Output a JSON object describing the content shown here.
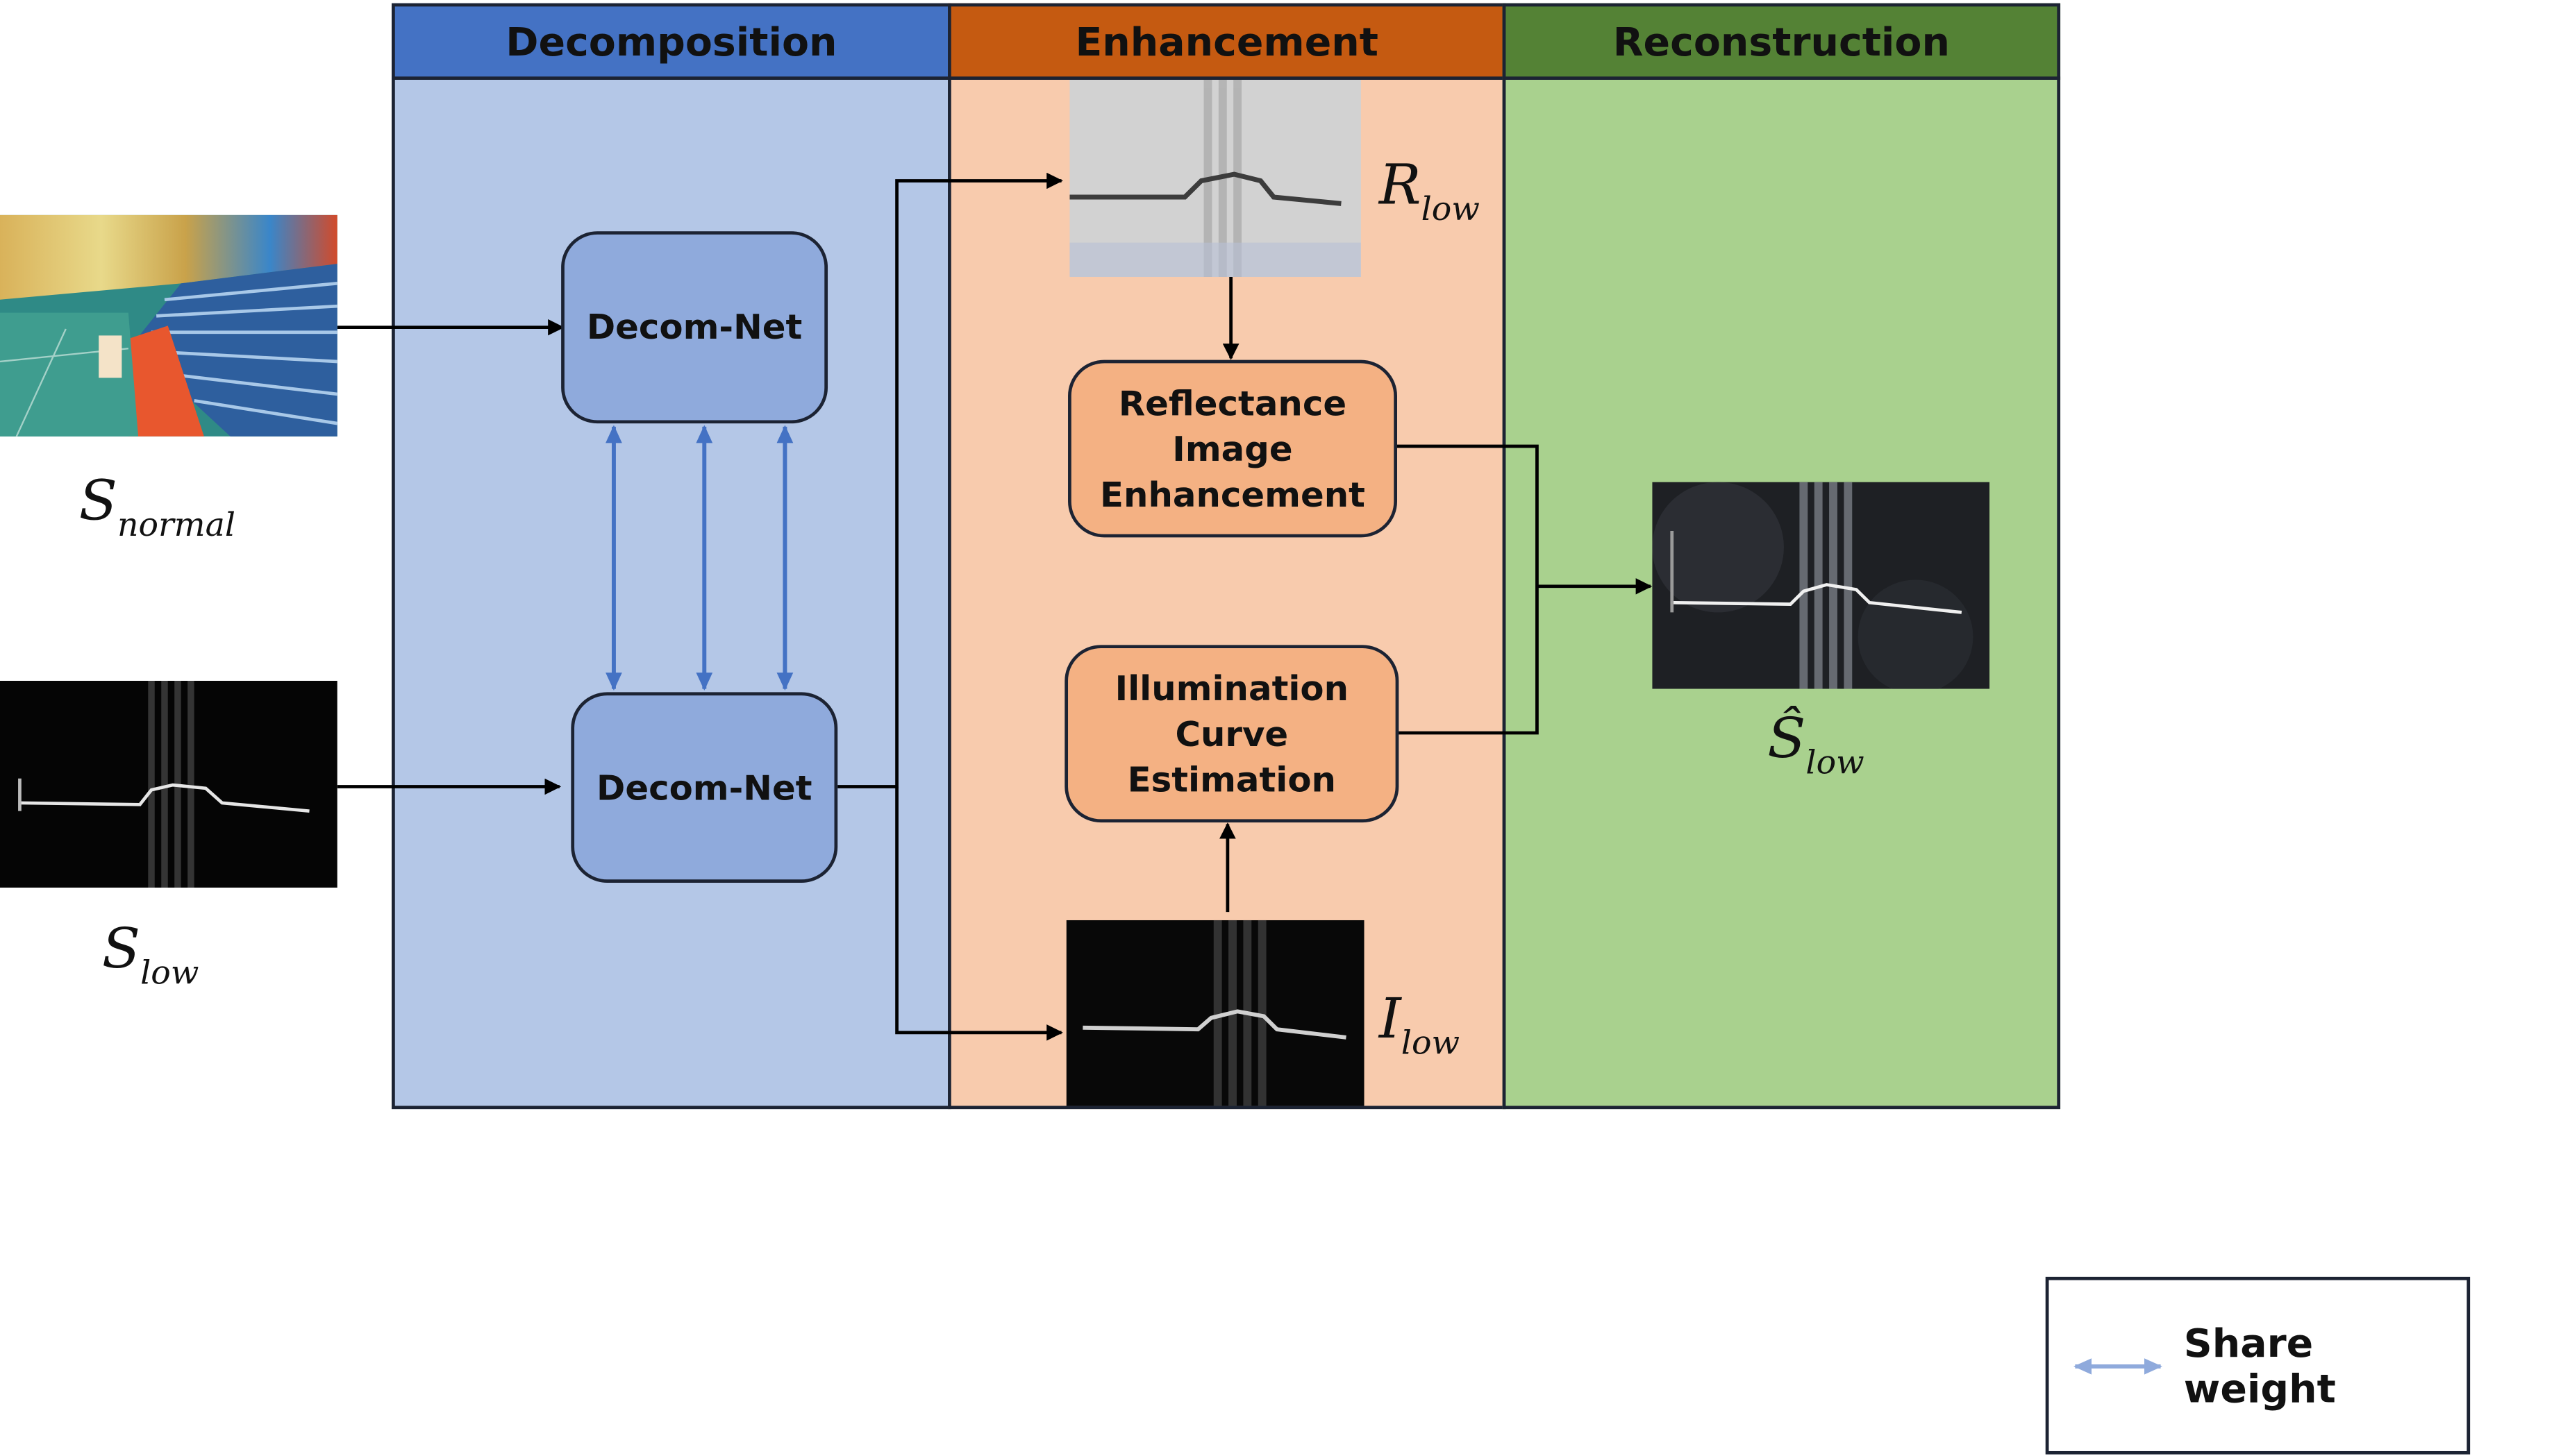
{
  "stages": {
    "decomposition": "Decomposition",
    "enhancement": "Enhancement",
    "reconstruction": "Reconstruction"
  },
  "nodes": {
    "decom_net_top": "Decom-Net",
    "decom_net_bottom": "Decom-Net",
    "reflectance_enhancement": [
      "Reflectance",
      "Image",
      "Enhancement"
    ],
    "illumination_curve": [
      "Illumination",
      "Curve",
      "Estimation"
    ]
  },
  "symbols": {
    "s_normal": {
      "base": "S",
      "sub": "normal"
    },
    "s_low": {
      "base": "S",
      "sub": "low"
    },
    "r_low": {
      "base": "R",
      "sub": "low"
    },
    "i_low": {
      "base": "I",
      "sub": "low"
    },
    "s_hat_low": {
      "base": "Ŝ",
      "sub": "low"
    }
  },
  "legend": {
    "label": "Share weight"
  },
  "colors": {
    "decomposition_header": "#4472c4",
    "decomposition_body": "#b4c7e7",
    "enhancement_header": "#c55a11",
    "enhancement_body": "#f8cbad",
    "reconstruction_header": "#548235",
    "reconstruction_body": "#a9d18e",
    "share_weight_arrow": "#4472c4"
  }
}
